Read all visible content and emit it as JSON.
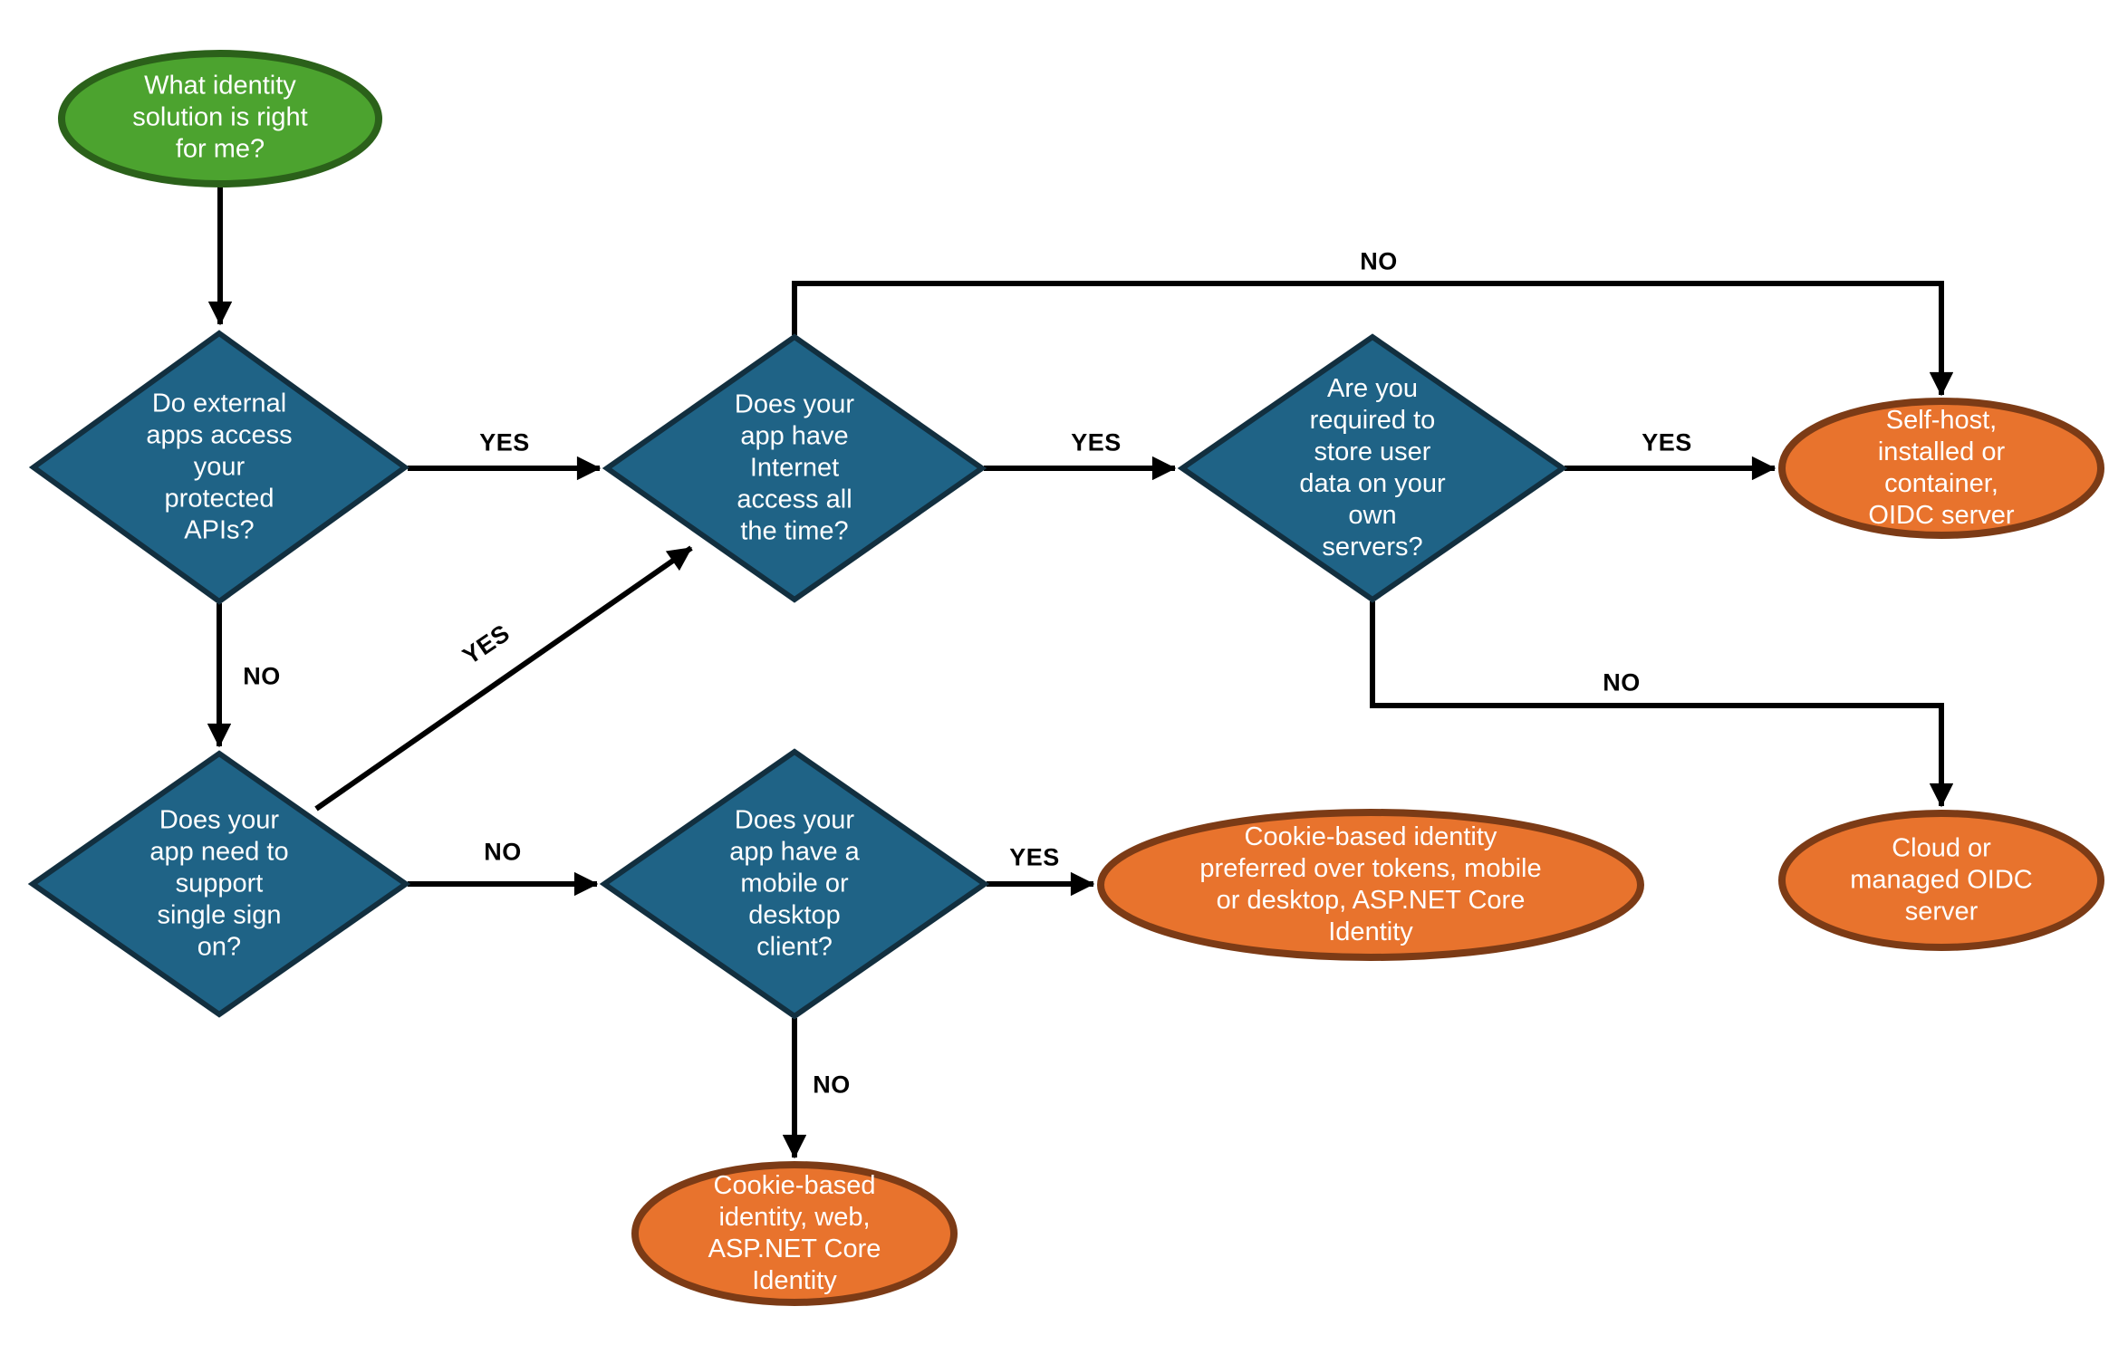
{
  "diagram_title": "What identity solution is right for me? decision flowchart",
  "colors": {
    "start_fill": "#4CA32F",
    "start_border": "#2B611A",
    "decision_fill": "#1F6386",
    "decision_border": "#122F3F",
    "result_fill": "#E8732D",
    "result_border": "#7C3B16",
    "connector": "#000000",
    "node_text": "#FFFFFF",
    "edge_label_text": "#000000"
  },
  "nodes": {
    "start": {
      "type": "start",
      "label": "What identity\nsolution is right\nfor me?"
    },
    "external_apis": {
      "type": "decision",
      "label": "Do external\napps access\nyour\nprotected\nAPIs?"
    },
    "internet_access": {
      "type": "decision",
      "label": "Does your\napp have\nInternet\naccess all\nthe time?"
    },
    "store_user_data": {
      "type": "decision",
      "label": "Are you\nrequired to\nstore user\ndata on your\nown\nservers?"
    },
    "single_sign_on": {
      "type": "decision",
      "label": "Does your\napp need to\nsupport\nsingle sign\non?"
    },
    "mobile_desktop": {
      "type": "decision",
      "label": "Does your\napp have a\nmobile or\ndesktop\nclient?"
    },
    "self_host": {
      "type": "result",
      "label": "Self-host,\ninstalled or\ncontainer,\nOIDC server"
    },
    "cloud_oidc": {
      "type": "result",
      "label": "Cloud or\nmanaged OIDC\nserver"
    },
    "cookie_mobile": {
      "type": "result",
      "label": "Cookie-based identity\npreferred over tokens, mobile\nor desktop, ASP.NET Core\nIdentity"
    },
    "cookie_web": {
      "type": "result",
      "label": "Cookie-based\nidentity, web,\nASP.NET Core\nIdentity"
    }
  },
  "edges": {
    "external_apis_yes": "YES",
    "external_apis_no": "NO",
    "sso_to_internet_yes": "YES",
    "internet_no": "NO",
    "internet_yes": "YES",
    "store_yes": "YES",
    "store_no": "NO",
    "sso_no": "NO",
    "mobile_yes": "YES",
    "mobile_no": "NO"
  }
}
